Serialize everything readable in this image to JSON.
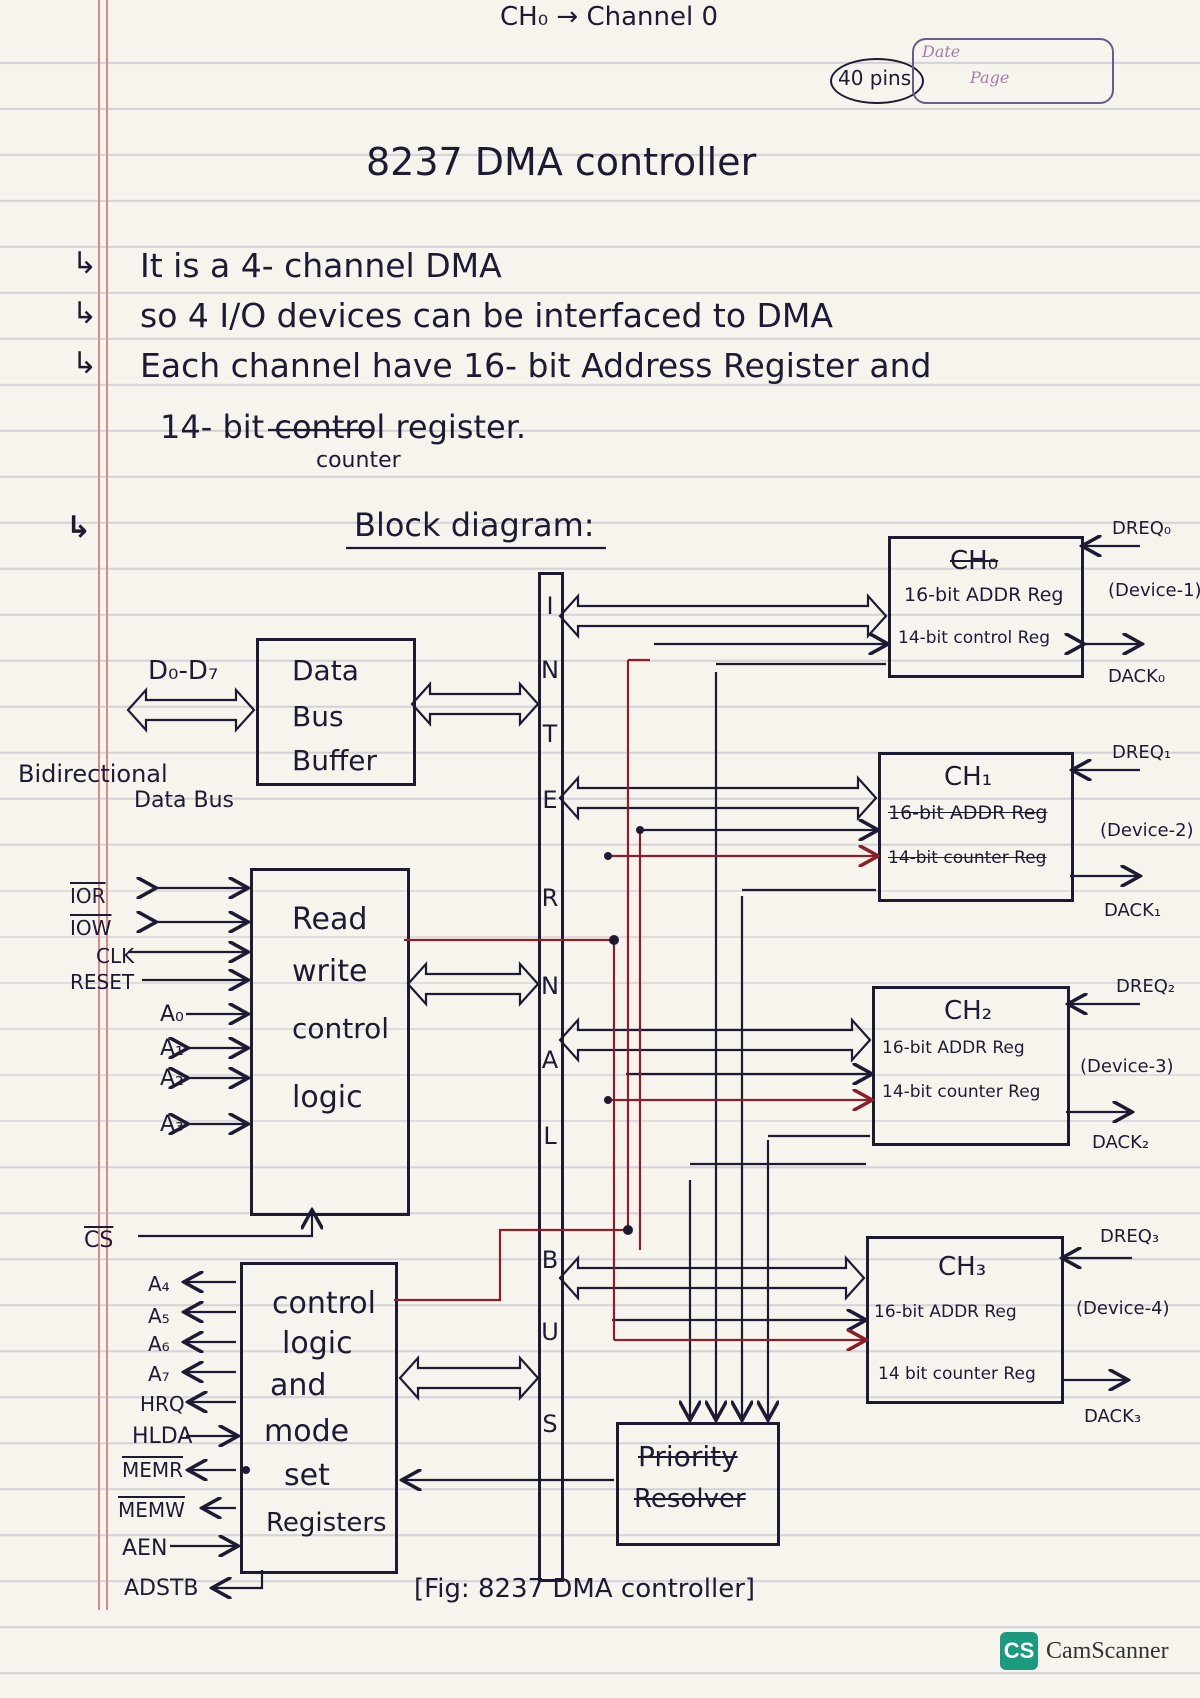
{
  "header_note": "CH₀ → Channel 0",
  "pins_note": "40 pins",
  "date_label": "Date",
  "page_label": "Page",
  "title": "8237 DMA controller",
  "bullets": [
    "It is a 4- channel DMA",
    "so 4 I/O devices can be interfaced to DMA",
    "Each channel have 16- bit Address Register and",
    "14- bit control register."
  ],
  "struck_word": "control",
  "counter_note": "counter",
  "block_heading": "Block diagram:",
  "internal_bus": [
    "I",
    "N",
    "T",
    "E",
    "R",
    "N",
    "A",
    "L",
    "B",
    "U",
    "S"
  ],
  "data_bus_buffer": {
    "lines": [
      "Data",
      "Bus",
      "Buffer"
    ],
    "input": "D₀-D₇",
    "caption1": "Bidirectional",
    "caption2": "Data Bus"
  },
  "rw_logic": {
    "lines": [
      "Read",
      "write",
      "control",
      "logic"
    ],
    "signals": [
      "IOR",
      "IOW",
      "CLK",
      "RESET",
      "A₀",
      "A₁",
      "A₂",
      "A₃"
    ],
    "cs": "CS"
  },
  "control_logic": {
    "lines": [
      "control",
      "logic",
      "and",
      "mode",
      "set",
      "Registers"
    ],
    "signals": [
      "A₄",
      "A₅",
      "A₆",
      "A₇",
      "HRQ",
      "HLDA",
      "MEMR",
      "MEMW",
      "AEN",
      "ADSTB"
    ]
  },
  "channels": [
    {
      "name": "CH₀",
      "addr": "16-bit ADDR Reg",
      "count": "14-bit control Reg",
      "dreq": "DREQ₀",
      "dack": "DACK₀",
      "device": "(Device-1)"
    },
    {
      "name": "CH₁",
      "addr": "16-bit ADDR Reg",
      "count": "14-bit counter Reg",
      "dreq": "DREQ₁",
      "dack": "DACK₁",
      "device": "(Device-2)"
    },
    {
      "name": "CH₂",
      "addr": "16-bit ADDR Reg",
      "count": "14-bit counter Reg",
      "dreq": "DREQ₂",
      "dack": "DACK₂",
      "device": "(Device-3)"
    },
    {
      "name": "CH₃",
      "addr": "16-bit ADDR Reg",
      "count": "14 bit counter Reg",
      "dreq": "DREQ₃",
      "dack": "DACK₃",
      "device": "(Device-4)"
    }
  ],
  "priority": {
    "line1": "Priority",
    "line2": "Resolver"
  },
  "figure_caption": "[Fig: 8237 DMA controller]",
  "watermark": {
    "badge": "CS",
    "name": "CamScanner"
  },
  "colors": {
    "ink": "#1f1a33",
    "red_ink": "#8a1f2a",
    "margin": "#d98a8a",
    "brand": "#1a9a7f"
  }
}
